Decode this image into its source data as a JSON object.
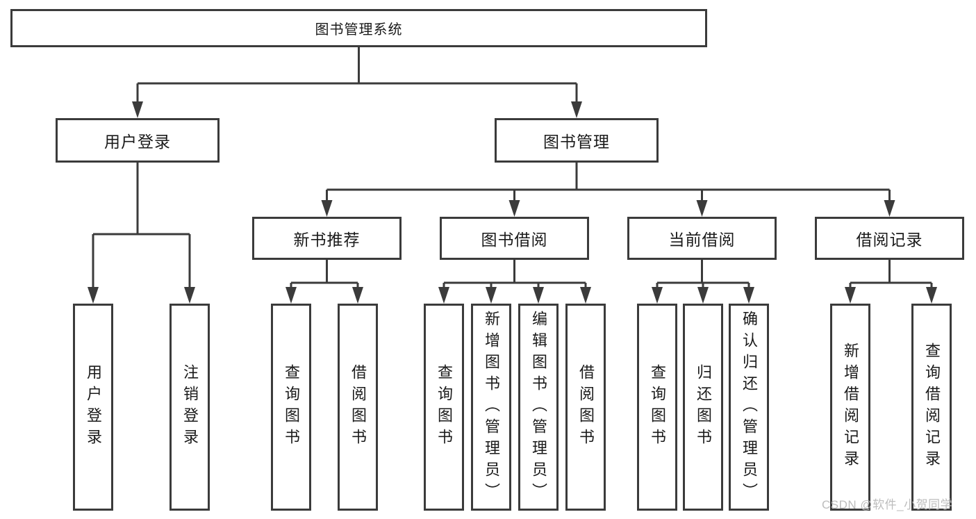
{
  "diagram": {
    "title": "图书管理系统",
    "branches": [
      {
        "label": "用户登录",
        "children": [
          {
            "label": "用户登录"
          },
          {
            "label": "注销登录"
          }
        ]
      },
      {
        "label": "图书管理",
        "children": [
          {
            "label": "新书推荐",
            "children": [
              {
                "label": "查询图书"
              },
              {
                "label": "借阅图书"
              }
            ]
          },
          {
            "label": "图书借阅",
            "children": [
              {
                "label": "查询图书"
              },
              {
                "label": "新增图书（管理员）"
              },
              {
                "label": "编辑图书（管理员）"
              },
              {
                "label": "借阅图书"
              }
            ]
          },
          {
            "label": "当前借阅",
            "children": [
              {
                "label": "查询图书"
              },
              {
                "label": "归还图书"
              },
              {
                "label": "确认归还（管理员）"
              }
            ]
          },
          {
            "label": "借阅记录",
            "children": [
              {
                "label": "新增借阅记录"
              },
              {
                "label": "查询借阅记录"
              }
            ]
          }
        ]
      }
    ]
  },
  "watermark": {
    "text": "CSDN @软件_小贺同学"
  },
  "colors": {
    "line": "#3b3b3b",
    "text": "#1a1a1a",
    "watermark": "#bdbdbd",
    "background": "#ffffff"
  }
}
